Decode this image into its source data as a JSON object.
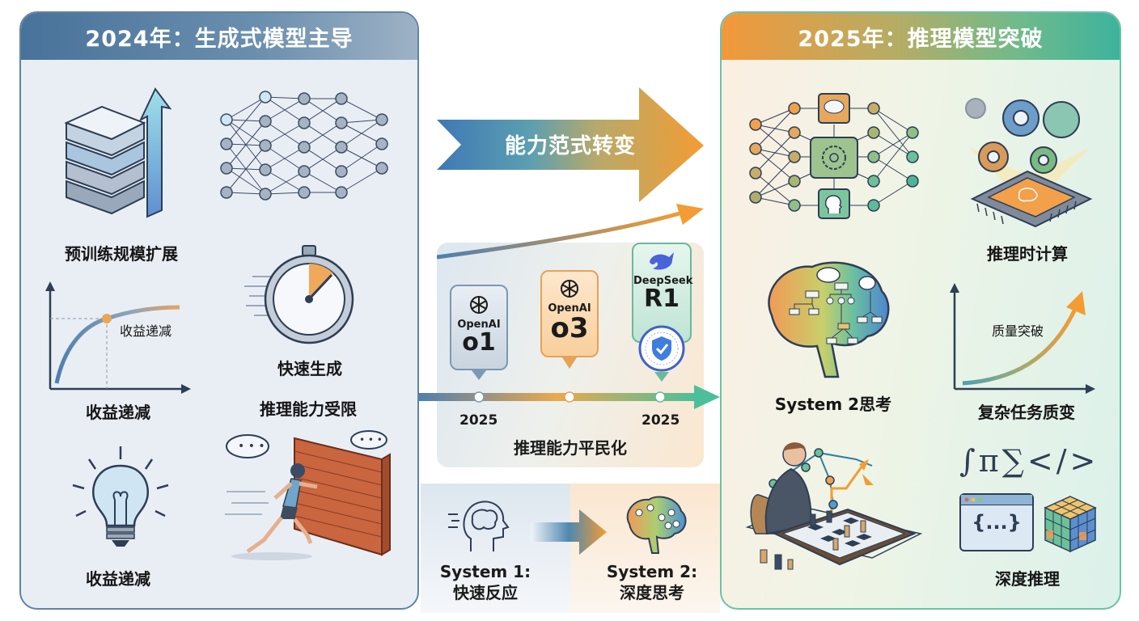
{
  "left_panel": {
    "title": "2024年：生成式模型主导",
    "items": [
      {
        "label": "预训练规模扩展",
        "icon": "data-stack-growth-icon"
      },
      {
        "label": "",
        "icon": "neural-network-icon"
      },
      {
        "label": "收益递减",
        "icon": "diminishing-returns-chart-icon",
        "chart_annotation": "收益递减"
      },
      {
        "label": "快速生成",
        "icon": "stopwatch-icon"
      },
      {
        "label": "推理能力受限",
        "icon": "runner-hitting-wall-icon"
      },
      {
        "label": "收益递减",
        "icon": "lightbulb-icon"
      }
    ],
    "accent": "#48729a"
  },
  "middle": {
    "shift_arrow_label": "能力范式转变",
    "timeline": {
      "models": [
        {
          "brand": "OpenAI",
          "model": "o1",
          "icon": "openai-logo-icon",
          "color": "#7c98b3"
        },
        {
          "brand": "OpenAI",
          "model": "o3",
          "icon": "openai-logo-icon",
          "color": "#e7a257"
        },
        {
          "brand": "DeepSeek",
          "model": "R1",
          "icon": "deepseek-whale-icon",
          "badge": "open-source-shield-badge",
          "color": "#6ab99c"
        }
      ],
      "years": [
        "2025",
        "2025"
      ],
      "caption": "推理能力平民化"
    },
    "systems": [
      {
        "title": "System 1:",
        "subtitle": "快速反应",
        "icon": "head-fast-thinking-icon"
      },
      {
        "title": "System 2:",
        "subtitle": "深度思考",
        "icon": "colorful-brain-icon"
      }
    ]
  },
  "right_panel": {
    "title": "2025年：推理模型突破",
    "items": [
      {
        "label": "",
        "icon": "reasoning-network-icon"
      },
      {
        "label": "推理时计算",
        "icon": "chip-gears-icon"
      },
      {
        "label": "System 2思考",
        "icon": "brain-tree-icon"
      },
      {
        "label": "复杂任务质变",
        "icon": "quality-breakthrough-chart-icon",
        "chart_annotation": "质量突破"
      },
      {
        "label": "",
        "icon": "chess-player-icon"
      },
      {
        "label": "深度推理",
        "icon": "math-code-cube-icon",
        "symbols": "∫π∑</>",
        "code_snippet": "{...}"
      }
    ],
    "accent": "#3db39c"
  }
}
